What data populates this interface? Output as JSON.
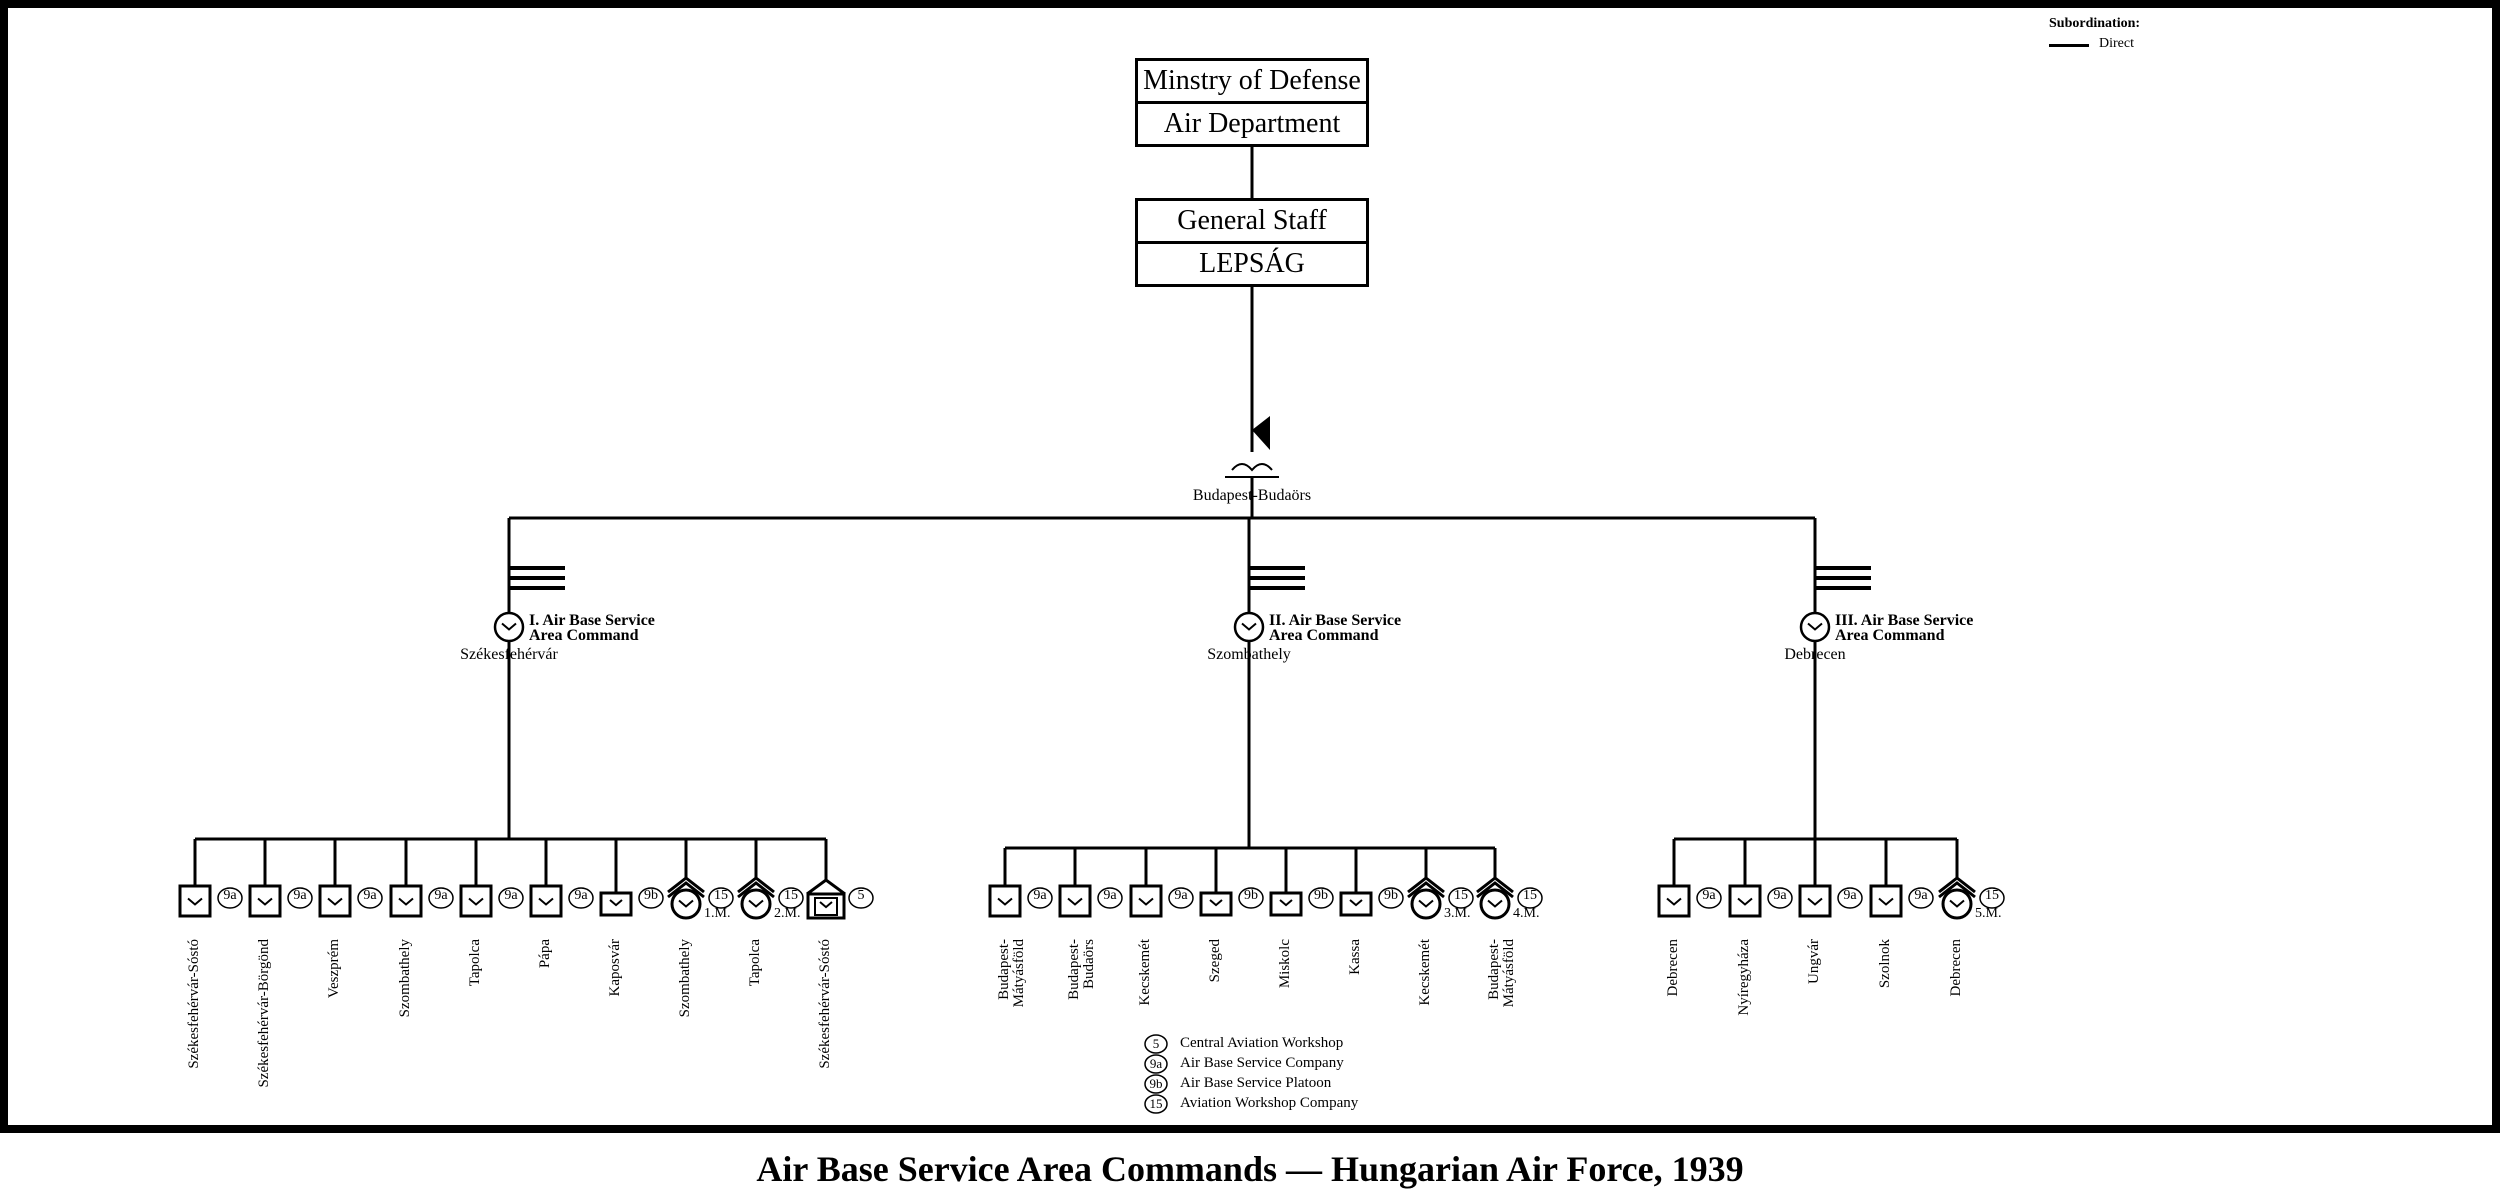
{
  "subordination": {
    "title": "Subordination:",
    "direct": "Direct"
  },
  "hq": {
    "ministry": [
      "Minstry of Defense",
      "Air Department"
    ],
    "staff": [
      "General Staff",
      "LEPSÁG"
    ],
    "command_location": "Budapest-Budaörs"
  },
  "areas": [
    {
      "name": [
        "I. Air Base Service",
        "Area Command"
      ],
      "location": "Székesfehérvár",
      "units": [
        {
          "type": "9a",
          "location": "Székesfehérvár-Sóstó"
        },
        {
          "type": "9a",
          "location": "Székesfehérvár-Börgönd"
        },
        {
          "type": "9a",
          "location": "Veszprém"
        },
        {
          "type": "9a",
          "location": "Szombathely"
        },
        {
          "type": "9a",
          "location": "Tapolca"
        },
        {
          "type": "9a",
          "location": "Pápa"
        },
        {
          "type": "9b",
          "location": "Kaposvár"
        },
        {
          "type": "15",
          "location": "Szombathely",
          "note": "1.M."
        },
        {
          "type": "15",
          "location": "Tapolca",
          "note": "2.M."
        },
        {
          "type": "5",
          "location": "Székesfehérvár-Sóstó"
        }
      ]
    },
    {
      "name": [
        "II. Air Base Service",
        "Area Command"
      ],
      "location": "Szombathely",
      "units": [
        {
          "type": "9a",
          "location": "Budapest-\nMátyásföld"
        },
        {
          "type": "9a",
          "location": "Budapest-\nBudaörs"
        },
        {
          "type": "9a",
          "location": "Kecskemét"
        },
        {
          "type": "9b",
          "location": "Szeged"
        },
        {
          "type": "9b",
          "location": "Miskolc"
        },
        {
          "type": "9b",
          "location": "Kassa"
        },
        {
          "type": "15",
          "location": "Kecskemét",
          "note": "3.M."
        },
        {
          "type": "15",
          "location": "Budapest-\nMátyásföld",
          "note": "4.M."
        }
      ]
    },
    {
      "name": [
        "III. Air Base Service",
        "Area Command"
      ],
      "location": "Debrecen",
      "units": [
        {
          "type": "9a",
          "location": "Debrecen"
        },
        {
          "type": "9a",
          "location": "Nyíregyháza"
        },
        {
          "type": "9a",
          "location": "Ungvár"
        },
        {
          "type": "9a",
          "location": "Szolnok"
        },
        {
          "type": "15",
          "location": "Debrecen",
          "note": "5.M."
        }
      ]
    }
  ],
  "key": [
    {
      "code": "5",
      "text": "Central Aviation Workshop"
    },
    {
      "code": "9a",
      "text": "Air Base Service Company"
    },
    {
      "code": "9b",
      "text": "Air Base Service Platoon"
    },
    {
      "code": "15",
      "text": "Aviation Workshop Company"
    }
  ],
  "caption": "Air Base Service Area Commands — Hungarian Air Force, 1939"
}
